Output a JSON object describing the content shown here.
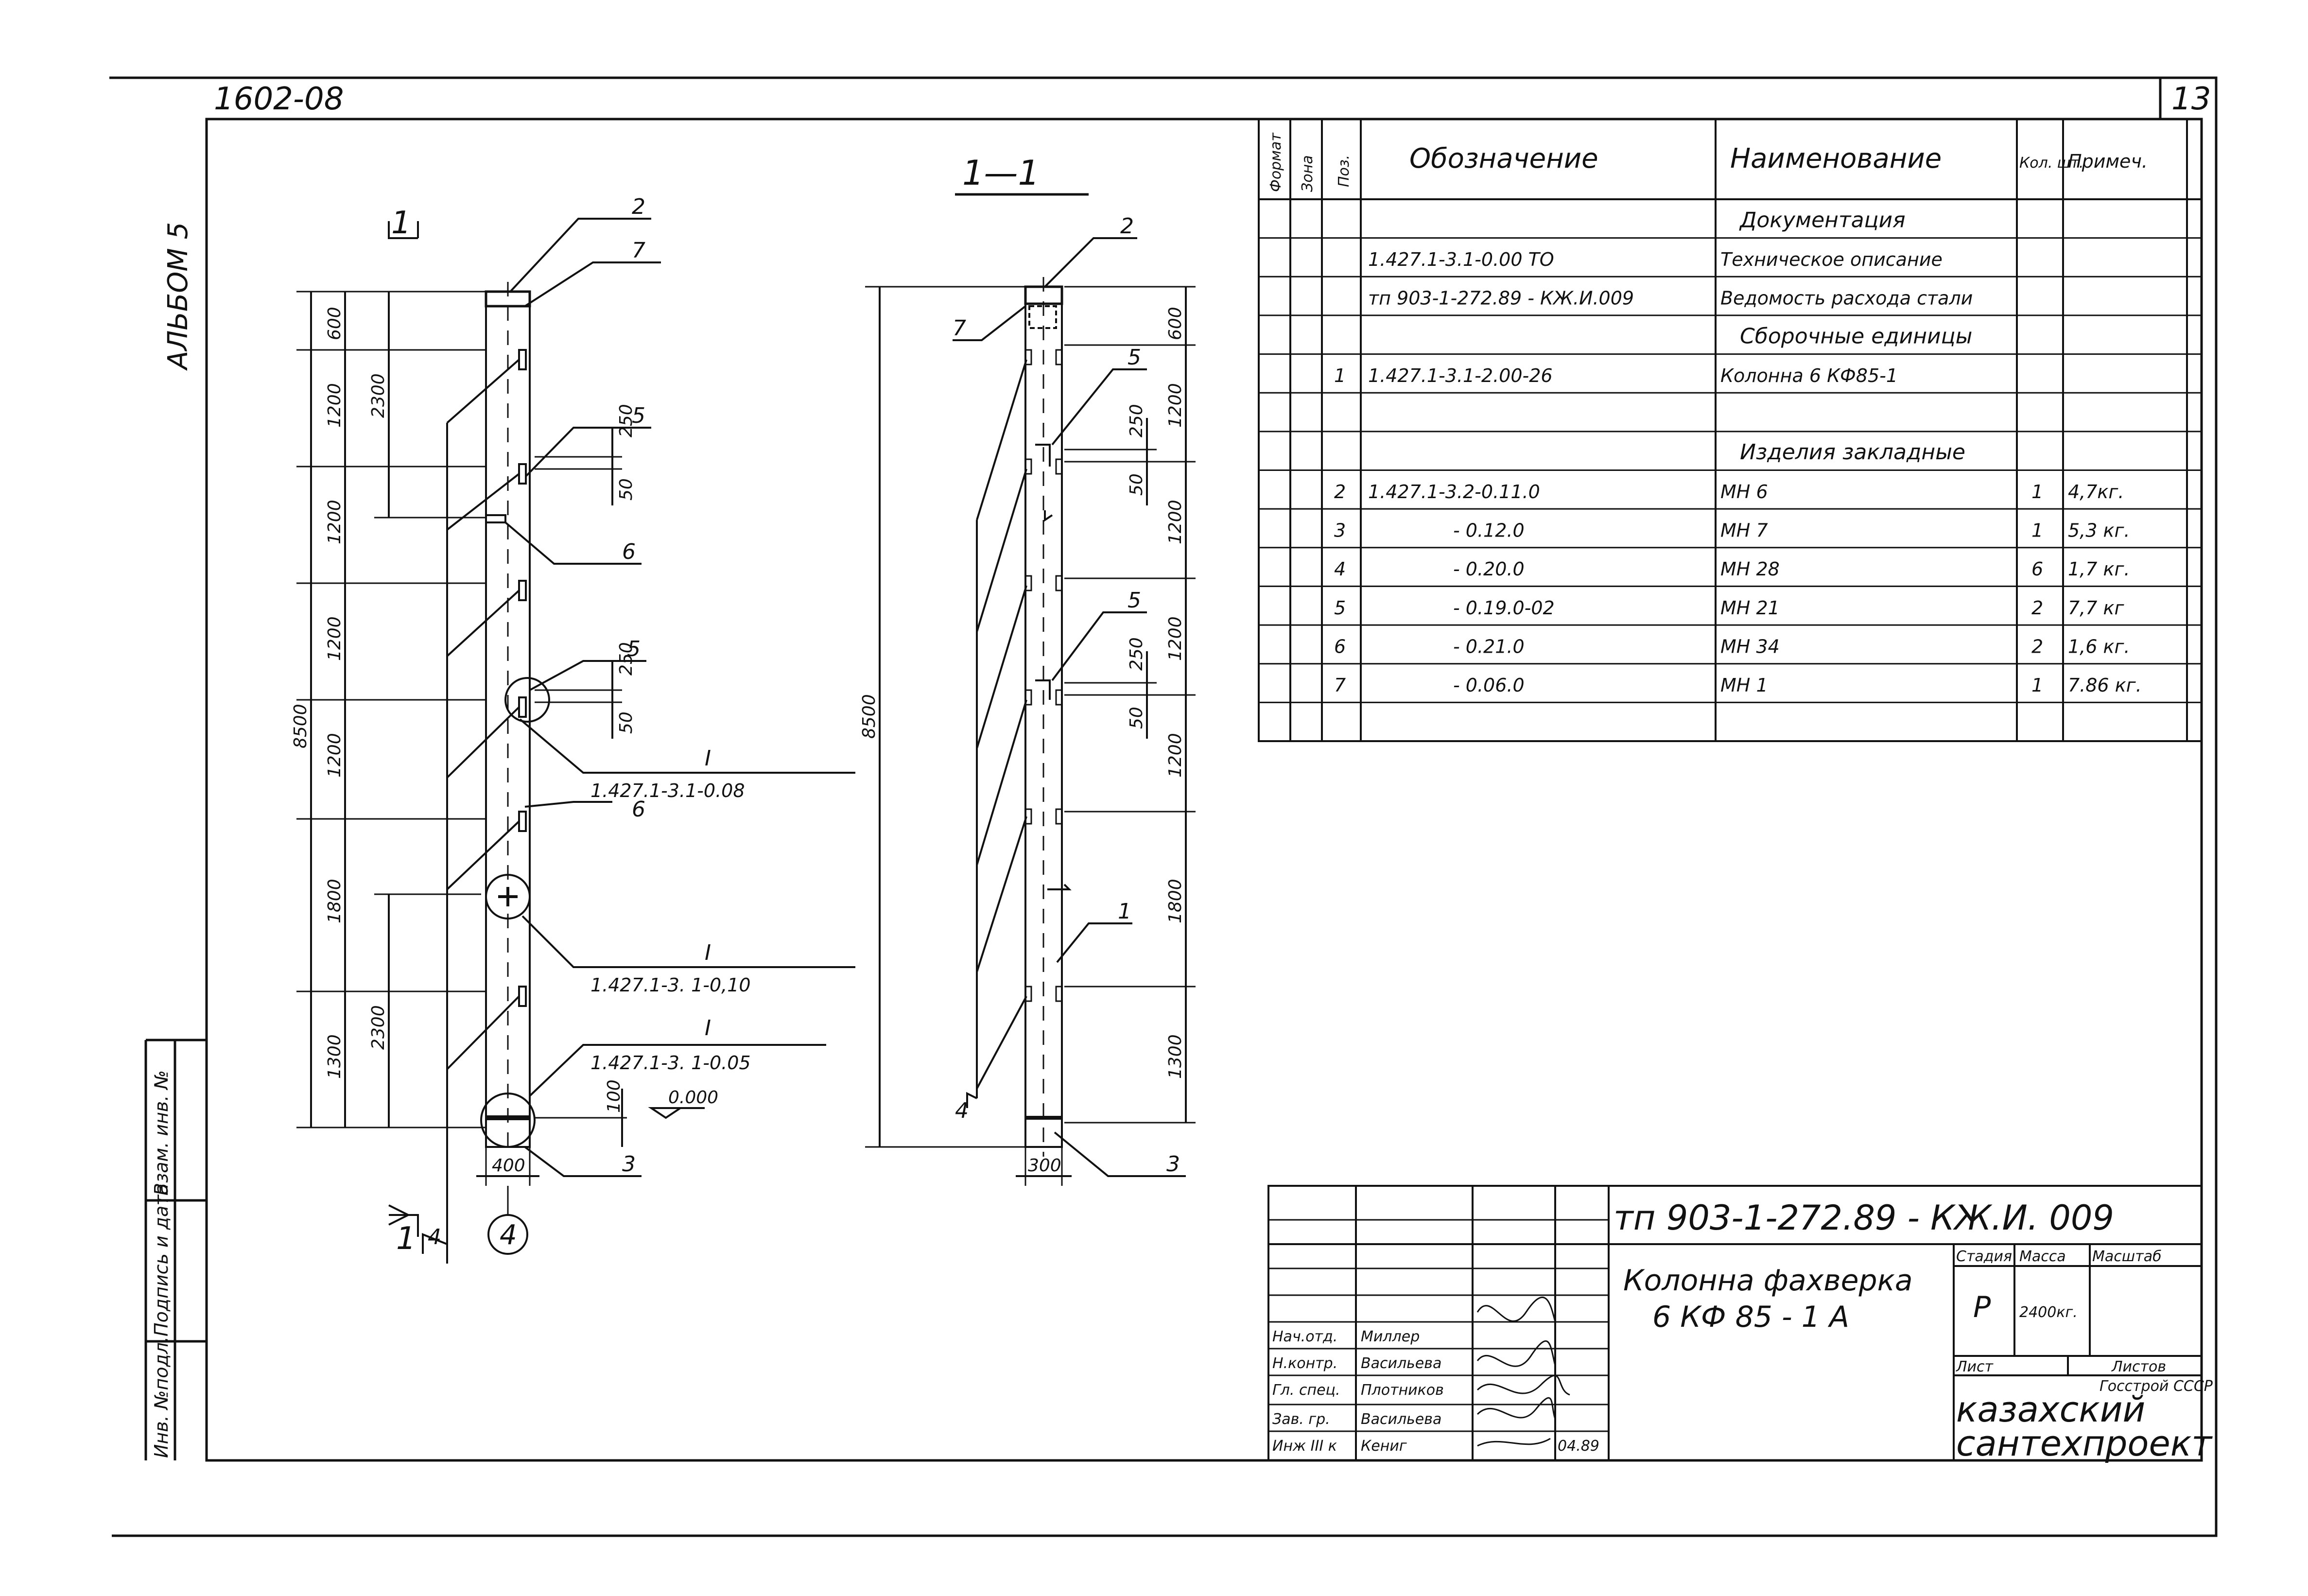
{
  "header": {
    "doc_number": "1602-08",
    "sheet_no": "13",
    "album": "АЛЬБОМ 5"
  },
  "side_stamp": [
    "Инв. №подл.",
    "Подпись и дата",
    "Взам. инв. №"
  ],
  "views": {
    "view1": {
      "label": "1"
    },
    "view2": {
      "label": "1—1"
    }
  },
  "elevation_dims": {
    "overall": "8500",
    "segments": [
      "600",
      "1200",
      "1200",
      "1200",
      "1200",
      "1800",
      "1300"
    ],
    "inner": [
      "2300",
      "2300"
    ],
    "details": [
      "250",
      "50",
      "250",
      "50",
      "100"
    ],
    "level_mark": "0.000"
  },
  "section_dims": {
    "overall": "8500",
    "segments": [
      "600",
      "1200",
      "1200",
      "1200",
      "1200",
      "1800",
      "1300"
    ],
    "details": [
      "250",
      "50",
      "250",
      "50"
    ]
  },
  "widths": {
    "column": "400",
    "section": "300"
  },
  "callouts": {
    "view1": [
      "2",
      "7",
      "5",
      "6",
      "5",
      "6",
      "3",
      "4",
      "4"
    ],
    "view2": [
      "2",
      "7",
      "5",
      "5",
      "1",
      "3",
      "4"
    ]
  },
  "detail_refs": [
    {
      "roman": "I",
      "ref": "1.427.1-3.1-0.08"
    },
    {
      "roman": "I",
      "ref": "1.427.1-3. 1-0,10"
    },
    {
      "roman": "I",
      "ref": "1.427.1-3. 1-0.05"
    }
  ],
  "section_mark": "1",
  "spec_table": {
    "headers": [
      "Формат",
      "Зона",
      "Поз.",
      "Обозначение",
      "Наименование",
      "Кол. шт.",
      "Примеч."
    ],
    "rows": [
      [
        "",
        "",
        "",
        "",
        "Документация",
        "",
        ""
      ],
      [
        "",
        "",
        "",
        "1.427.1-3.1-0.00  ТО",
        "Техническое описание",
        "",
        ""
      ],
      [
        "",
        "",
        "",
        "тп 903-1-272.89 - КЖ.И.009",
        "Ведомость расхода стали",
        "",
        ""
      ],
      [
        "",
        "",
        "",
        "",
        "Сборочные единицы",
        "",
        ""
      ],
      [
        "",
        "",
        "1",
        "1.427.1-3.1-2.00-26",
        "Колонна 6 КФ85-1",
        "",
        ""
      ],
      [
        "",
        "",
        "",
        "",
        "",
        "",
        ""
      ],
      [
        "",
        "",
        "",
        "",
        "Изделия закладные",
        "",
        ""
      ],
      [
        "",
        "",
        "2",
        "1.427.1-3.2-0.11.0",
        "МН 6",
        "1",
        "4,7кг."
      ],
      [
        "",
        "",
        "3",
        "- 0.12.0",
        "МН 7",
        "1",
        "5,3 кг."
      ],
      [
        "",
        "",
        "4",
        "- 0.20.0",
        "МН 28",
        "6",
        "1,7 кг."
      ],
      [
        "",
        "",
        "5",
        "- 0.19.0-02",
        "МН 21",
        "2",
        "7,7 кг"
      ],
      [
        "",
        "",
        "6",
        "- 0.21.0",
        "МН 34",
        "2",
        "1,6 кг."
      ],
      [
        "",
        "",
        "7",
        "- 0.06.0",
        "МН 1",
        "1",
        "7.86 кг."
      ],
      [
        "",
        "",
        "",
        "",
        "",
        "",
        ""
      ]
    ]
  },
  "title_block": {
    "code": "тп 903-1-272.89  - КЖ.И. 009",
    "name_line1": "Колонна  фахверка",
    "name_line2": "6 КФ 85 - 1 А",
    "stage_label": "Стадия",
    "mass_label": "Масса",
    "scale_label": "Масштаб",
    "stage": "Р",
    "mass": "2400кг.",
    "scale": "",
    "sheet_label": "Лист",
    "sheets_label": "Листов",
    "org_top": "Госстрой СССР",
    "org1": "казахский",
    "org2": "сантехпроект",
    "date": "04.89",
    "signatures": [
      {
        "role": "Нач.отд.",
        "name": "Миллер"
      },
      {
        "role": "Н.контр.",
        "name": "Васильева"
      },
      {
        "role": "Гл. спец.",
        "name": "Плотников"
      },
      {
        "role": "Зав. гр.",
        "name": "Васильева"
      },
      {
        "role": "Инж III к",
        "name": "Кениг"
      }
    ]
  }
}
